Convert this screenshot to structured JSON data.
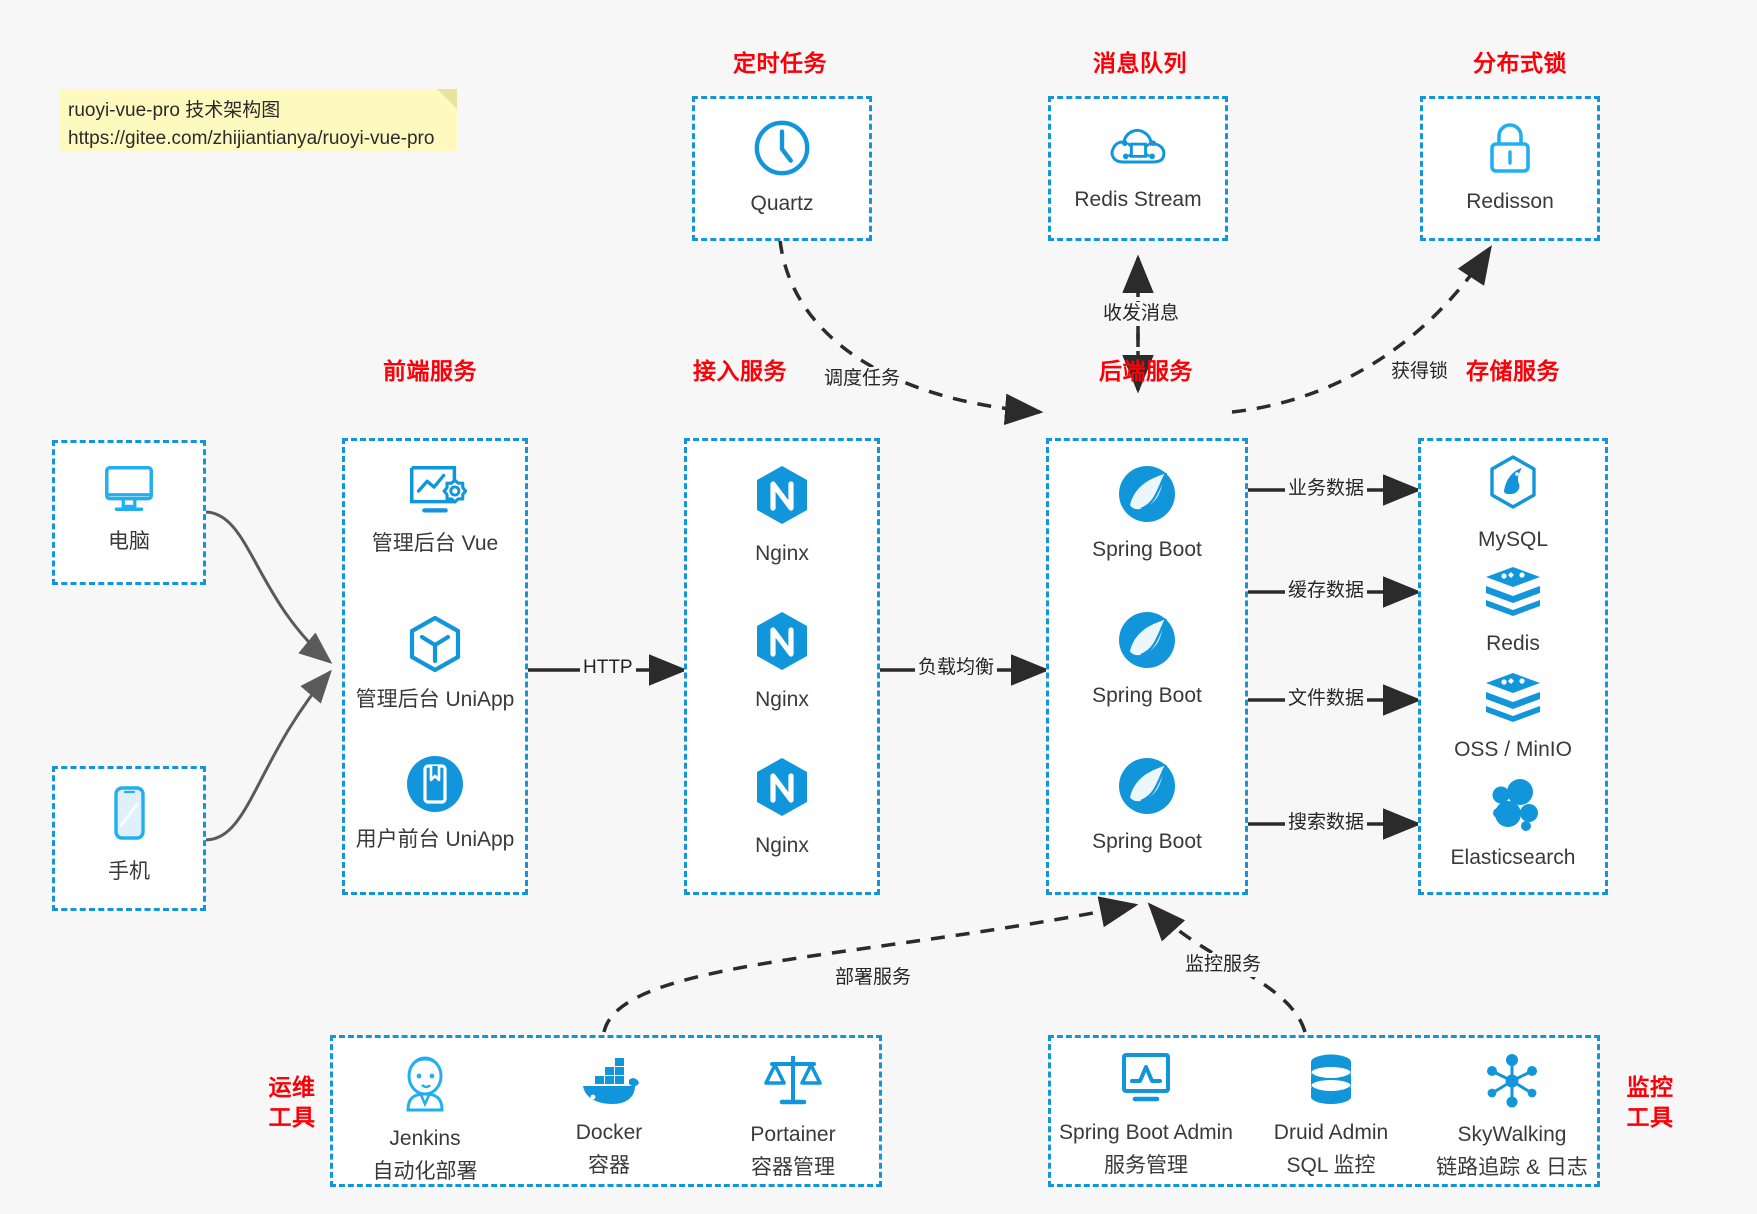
{
  "note": {
    "line1": "ruoyi-vue-pro 技术架构图",
    "line2": "https://gitee.com/zhijiantianya/ruoyi-vue-pro"
  },
  "colors": {
    "accent": "#1296db",
    "title": "#fb0007",
    "text": "#3a3a3a",
    "edge": "#262626",
    "background": "#f7f7f7",
    "note_bg": "#fdf9bf"
  },
  "groups": {
    "scheduled_task": {
      "title": "定时任务",
      "nodes": [
        {
          "label": "Quartz",
          "icon": "clock-icon"
        }
      ]
    },
    "message_queue": {
      "title": "消息队列",
      "nodes": [
        {
          "label": "Redis Stream",
          "icon": "cloud-stream-icon"
        }
      ]
    },
    "distributed_lock": {
      "title": "分布式锁",
      "nodes": [
        {
          "label": "Redisson",
          "icon": "lock-icon"
        }
      ]
    },
    "clients": {
      "title": "",
      "nodes": [
        {
          "label": "电脑",
          "icon": "desktop-icon"
        },
        {
          "label": "手机",
          "icon": "mobile-icon"
        }
      ]
    },
    "frontend": {
      "title": "前端服务",
      "nodes": [
        {
          "label": "管理后台 Vue",
          "icon": "monitor-gear-icon"
        },
        {
          "label": "管理后台 UniApp",
          "icon": "cube-icon"
        },
        {
          "label": "用户前台 UniApp",
          "icon": "app-card-icon"
        }
      ]
    },
    "gateway": {
      "title": "接入服务",
      "nodes": [
        {
          "label": "Nginx",
          "icon": "nginx-icon"
        },
        {
          "label": "Nginx",
          "icon": "nginx-icon"
        },
        {
          "label": "Nginx",
          "icon": "nginx-icon"
        }
      ]
    },
    "backend": {
      "title": "后端服务",
      "nodes": [
        {
          "label": "Spring Boot",
          "icon": "spring-icon"
        },
        {
          "label": "Spring Boot",
          "icon": "spring-icon"
        },
        {
          "label": "Spring Boot",
          "icon": "spring-icon"
        }
      ]
    },
    "storage": {
      "title": "存储服务",
      "nodes": [
        {
          "label": "MySQL",
          "icon": "mysql-icon"
        },
        {
          "label": "Redis",
          "icon": "redis-icon"
        },
        {
          "label": "OSS / MinIO",
          "icon": "redis-icon"
        },
        {
          "label": "Elasticsearch",
          "icon": "elasticsearch-icon"
        }
      ]
    },
    "devops": {
      "title": "运维\n工具",
      "title_line1": "运维",
      "title_line2": "工具",
      "nodes": [
        {
          "label": "Jenkins",
          "sub": "自动化部署",
          "icon": "jenkins-icon"
        },
        {
          "label": "Docker",
          "sub": "容器",
          "icon": "docker-icon"
        },
        {
          "label": "Portainer",
          "sub": "容器管理",
          "icon": "scales-icon"
        }
      ]
    },
    "monitor": {
      "title_line1": "监控",
      "title_line2": "工具",
      "nodes": [
        {
          "label": "Spring Boot Admin",
          "sub": "服务管理",
          "icon": "monitor-chart-icon"
        },
        {
          "label": "Druid Admin",
          "sub": "SQL 监控",
          "icon": "database-icon"
        },
        {
          "label": "SkyWalking",
          "sub": "链路追踪 & 日志",
          "icon": "skywalking-icon"
        }
      ]
    }
  },
  "edges": [
    {
      "id": "http",
      "label": "HTTP",
      "from": "frontend",
      "to": "gateway"
    },
    {
      "id": "lb",
      "label": "负载均衡",
      "from": "gateway",
      "to": "backend"
    },
    {
      "id": "biz",
      "label": "业务数据",
      "from": "backend",
      "to": "storage-mysql"
    },
    {
      "id": "cache",
      "label": "缓存数据",
      "from": "backend",
      "to": "storage-redis"
    },
    {
      "id": "file",
      "label": "文件数据",
      "from": "backend",
      "to": "storage-oss"
    },
    {
      "id": "search",
      "label": "搜索数据",
      "from": "backend",
      "to": "storage-es"
    },
    {
      "id": "schedule",
      "label": "调度任务",
      "from": "scheduled-task",
      "to": "backend"
    },
    {
      "id": "mq",
      "label": "收发消息",
      "from": "message-queue",
      "to": "backend"
    },
    {
      "id": "lock",
      "label": "获得锁",
      "from": "backend",
      "to": "distributed-lock"
    },
    {
      "id": "deploy",
      "label": "部署服务",
      "from": "devops",
      "to": "backend"
    },
    {
      "id": "observe",
      "label": "监控服务",
      "from": "monitor",
      "to": "backend"
    }
  ]
}
